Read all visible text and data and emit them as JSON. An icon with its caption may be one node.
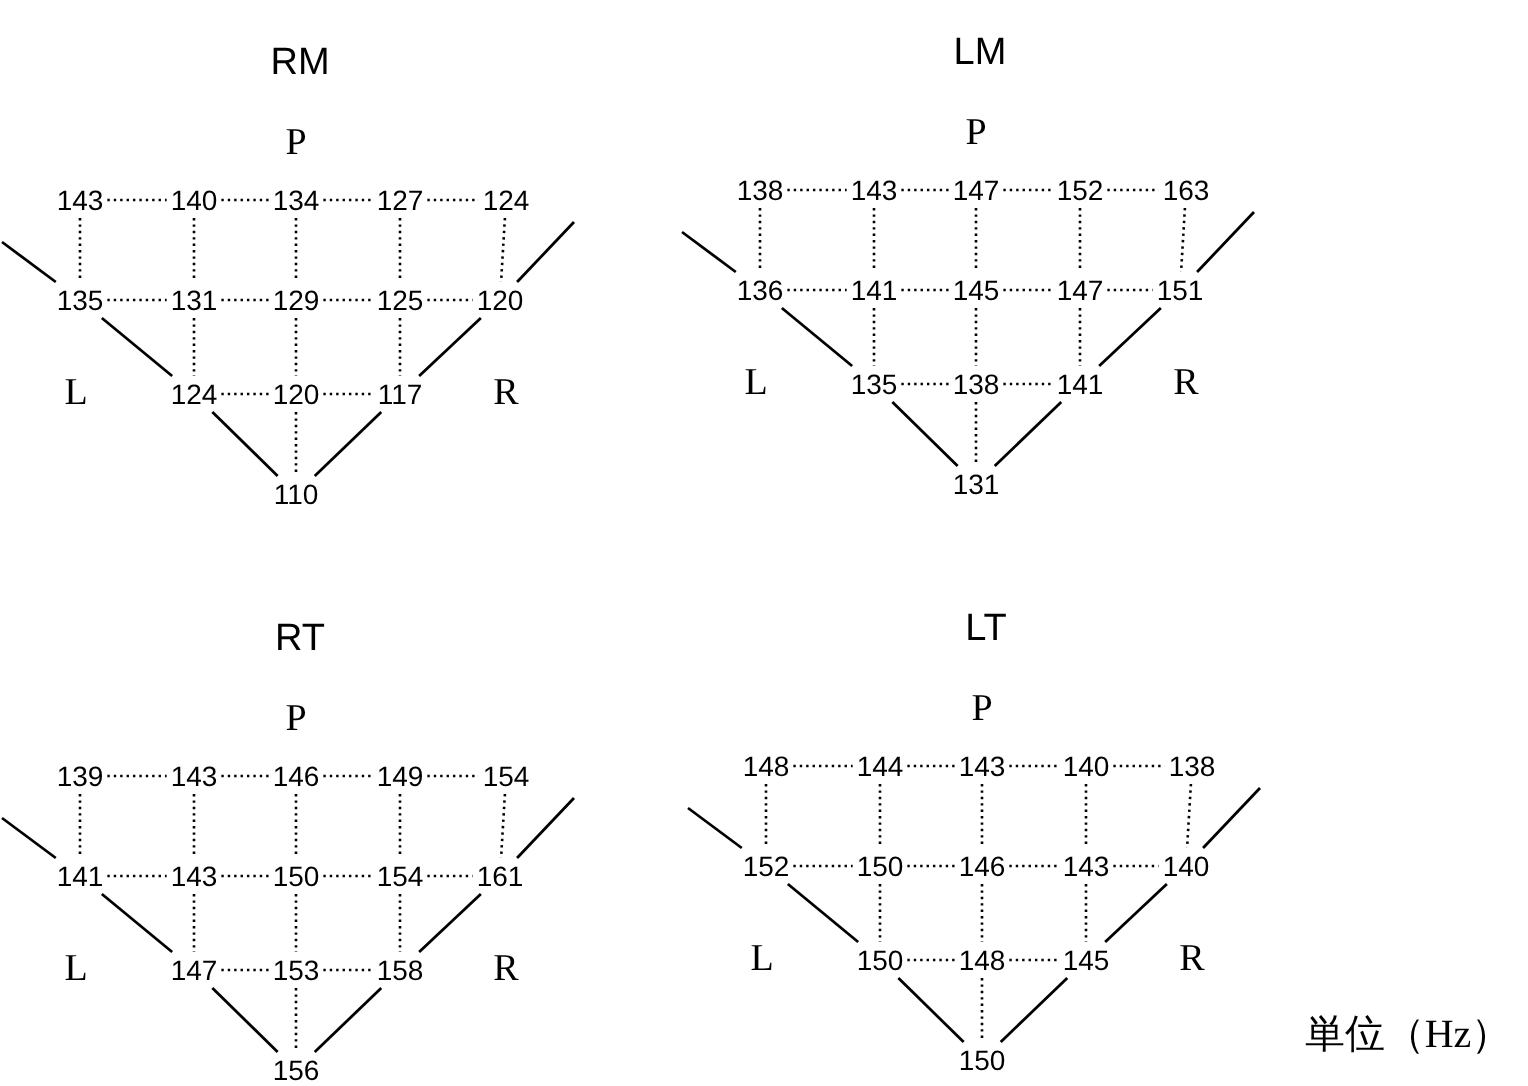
{
  "diagram": {
    "nodes": [
      {
        "text": [
          "143"
        ]
      },
      {
        "text": [
          "140"
        ]
      },
      {
        "text": [
          "134"
        ]
      },
      {
        "text": [
          "127"
        ]
      },
      {
        "text": [
          "124"
        ]
      },
      {
        "text": [
          "135"
        ]
      },
      {
        "text": [
          "131"
        ]
      },
      {
        "text": [
          "129"
        ]
      },
      {
        "text": [
          "125"
        ]
      },
      {
        "text": [
          "120"
        ]
      },
      {
        "text": [
          "124"
        ]
      },
      {
        "text": [
          "120"
        ]
      },
      {
        "text": [
          "117"
        ]
      },
      {
        "text": [
          "110"
        ]
      },
      {
        "text": [
          "138"
        ]
      },
      {
        "text": [
          "143"
        ]
      },
      {
        "text": [
          "147"
        ]
      },
      {
        "text": [
          "152"
        ]
      },
      {
        "text": [
          "163"
        ]
      },
      {
        "text": [
          "136"
        ]
      },
      {
        "text": [
          "141"
        ]
      },
      {
        "text": [
          "145"
        ]
      },
      {
        "text": [
          "147"
        ]
      },
      {
        "text": [
          "151"
        ]
      },
      {
        "text": [
          "135"
        ]
      },
      {
        "text": [
          "138"
        ]
      },
      {
        "text": [
          "141"
        ]
      },
      {
        "text": [
          "131"
        ]
      },
      {
        "text": [
          "139"
        ]
      },
      {
        "text": [
          "143"
        ]
      },
      {
        "text": [
          "146"
        ]
      },
      {
        "text": [
          "149"
        ]
      },
      {
        "text": [
          "154"
        ]
      },
      {
        "text": [
          "141"
        ]
      },
      {
        "text": [
          "143"
        ]
      },
      {
        "text": [
          "150"
        ]
      },
      {
        "text": [
          "154"
        ]
      },
      {
        "text": [
          "161"
        ]
      },
      {
        "text": [
          "147"
        ]
      },
      {
        "text": [
          "153"
        ]
      },
      {
        "text": [
          "158"
        ]
      },
      {
        "text": [
          "156"
        ]
      },
      {
        "text": [
          "148"
        ]
      },
      {
        "text": [
          "144"
        ]
      },
      {
        "text": [
          "143"
        ]
      },
      {
        "text": [
          "140"
        ]
      },
      {
        "text": [
          "138"
        ]
      },
      {
        "text": [
          "152"
        ]
      },
      {
        "text": [
          "150"
        ]
      },
      {
        "text": [
          "146"
        ]
      },
      {
        "text": [
          "143"
        ]
      },
      {
        "text": [
          "140"
        ]
      },
      {
        "text": [
          "150"
        ]
      },
      {
        "text": [
          "148"
        ]
      },
      {
        "text": [
          "145"
        ]
      },
      {
        "text": [
          "150"
        ]
      }
    ],
    "edges": [
      {
        "from": 0,
        "to": 1,
        "arrow": "none",
        "style": "dashed"
      },
      {
        "from": 1,
        "to": 2,
        "arrow": "none",
        "style": "dashed"
      },
      {
        "from": 2,
        "to": 3,
        "arrow": "none",
        "style": "dashed"
      },
      {
        "from": 3,
        "to": 4,
        "arrow": "none",
        "style": "dashed"
      },
      {
        "from": 5,
        "to": 6,
        "arrow": "none",
        "style": "dashed"
      },
      {
        "from": 6,
        "to": 7,
        "arrow": "none",
        "style": "dashed"
      },
      {
        "from": 7,
        "to": 8,
        "arrow": "none",
        "style": "dashed"
      },
      {
        "from": 8,
        "to": 9,
        "arrow": "none",
        "style": "dashed"
      },
      {
        "from": 10,
        "to": 11,
        "arrow": "none",
        "style": "dashed"
      },
      {
        "from": 11,
        "to": 12,
        "arrow": "none",
        "style": "dashed"
      },
      {
        "from": 0,
        "to": 5,
        "arrow": "none",
        "style": "dashed"
      },
      {
        "from": 1,
        "to": 6,
        "arrow": "none",
        "style": "dashed"
      },
      {
        "from": 2,
        "to": 7,
        "arrow": "none",
        "style": "dashed"
      },
      {
        "from": 3,
        "to": 8,
        "arrow": "none",
        "style": "dashed"
      },
      {
        "from": 4,
        "to": 9,
        "arrow": "none",
        "style": "dashed"
      },
      {
        "from": 6,
        "to": 10,
        "arrow": "none",
        "style": "dashed"
      },
      {
        "from": 7,
        "to": 11,
        "arrow": "none",
        "style": "dashed"
      },
      {
        "from": 8,
        "to": 12,
        "arrow": "none",
        "style": "dashed"
      },
      {
        "from": 11,
        "to": 13,
        "arrow": "none",
        "style": "dashed"
      },
      {
        "from": null,
        "to": 5,
        "arrow": "none"
      },
      {
        "from": 5,
        "to": 10,
        "arrow": "none"
      },
      {
        "from": 10,
        "to": 13,
        "arrow": "none"
      },
      {
        "from": 13,
        "to": 12,
        "arrow": "none"
      },
      {
        "from": 12,
        "to": 9,
        "arrow": "none"
      },
      {
        "from": 9,
        "to": null,
        "arrow": "none"
      },
      {
        "from": 14,
        "to": 15,
        "arrow": "none",
        "style": "dashed"
      },
      {
        "from": 15,
        "to": 16,
        "arrow": "none",
        "style": "dashed"
      },
      {
        "from": 16,
        "to": 17,
        "arrow": "none",
        "style": "dashed"
      },
      {
        "from": 17,
        "to": 18,
        "arrow": "none",
        "style": "dashed"
      },
      {
        "from": 19,
        "to": 20,
        "arrow": "none",
        "style": "dashed"
      },
      {
        "from": 20,
        "to": 21,
        "arrow": "none",
        "style": "dashed"
      },
      {
        "from": 21,
        "to": 22,
        "arrow": "none",
        "style": "dashed"
      },
      {
        "from": 22,
        "to": 23,
        "arrow": "none",
        "style": "dashed"
      },
      {
        "from": 24,
        "to": 25,
        "arrow": "none",
        "style": "dashed"
      },
      {
        "from": 25,
        "to": 26,
        "arrow": "none",
        "style": "dashed"
      },
      {
        "from": 14,
        "to": 19,
        "arrow": "none",
        "style": "dashed"
      },
      {
        "from": 15,
        "to": 20,
        "arrow": "none",
        "style": "dashed"
      },
      {
        "from": 16,
        "to": 21,
        "arrow": "none",
        "style": "dashed"
      },
      {
        "from": 17,
        "to": 22,
        "arrow": "none",
        "style": "dashed"
      },
      {
        "from": 18,
        "to": 23,
        "arrow": "none",
        "style": "dashed"
      },
      {
        "from": 20,
        "to": 24,
        "arrow": "none",
        "style": "dashed"
      },
      {
        "from": 21,
        "to": 25,
        "arrow": "none",
        "style": "dashed"
      },
      {
        "from": 22,
        "to": 26,
        "arrow": "none",
        "style": "dashed"
      },
      {
        "from": 25,
        "to": 27,
        "arrow": "none",
        "style": "dashed"
      },
      {
        "from": null,
        "to": 19,
        "arrow": "none"
      },
      {
        "from": 19,
        "to": 24,
        "arrow": "none"
      },
      {
        "from": 24,
        "to": 27,
        "arrow": "none"
      },
      {
        "from": 27,
        "to": 26,
        "arrow": "none"
      },
      {
        "from": 26,
        "to": 23,
        "arrow": "none"
      },
      {
        "from": 23,
        "to": null,
        "arrow": "none"
      },
      {
        "from": 28,
        "to": 29,
        "arrow": "none",
        "style": "dashed"
      },
      {
        "from": 29,
        "to": 30,
        "arrow": "none",
        "style": "dashed"
      },
      {
        "from": 30,
        "to": 31,
        "arrow": "none",
        "style": "dashed"
      },
      {
        "from": 31,
        "to": 32,
        "arrow": "none",
        "style": "dashed"
      },
      {
        "from": 33,
        "to": 34,
        "arrow": "none",
        "style": "dashed"
      },
      {
        "from": 34,
        "to": 35,
        "arrow": "none",
        "style": "dashed"
      },
      {
        "from": 35,
        "to": 36,
        "arrow": "none",
        "style": "dashed"
      },
      {
        "from": 36,
        "to": 37,
        "arrow": "none",
        "style": "dashed"
      },
      {
        "from": 38,
        "to": 39,
        "arrow": "none",
        "style": "dashed"
      },
      {
        "from": 39,
        "to": 40,
        "arrow": "none",
        "style": "dashed"
      },
      {
        "from": 28,
        "to": 33,
        "arrow": "none",
        "style": "dashed"
      },
      {
        "from": 29,
        "to": 34,
        "arrow": "none",
        "style": "dashed"
      },
      {
        "from": 30,
        "to": 35,
        "arrow": "none",
        "style": "dashed"
      },
      {
        "from": 31,
        "to": 36,
        "arrow": "none",
        "style": "dashed"
      },
      {
        "from": 32,
        "to": 37,
        "arrow": "none",
        "style": "dashed"
      },
      {
        "from": 34,
        "to": 38,
        "arrow": "none",
        "style": "dashed"
      },
      {
        "from": 35,
        "to": 39,
        "arrow": "none",
        "style": "dashed"
      },
      {
        "from": 36,
        "to": 40,
        "arrow": "none",
        "style": "dashed"
      },
      {
        "from": 39,
        "to": 41,
        "arrow": "none",
        "style": "dashed"
      },
      {
        "from": null,
        "to": 33,
        "arrow": "none"
      },
      {
        "from": 33,
        "to": 38,
        "arrow": "none"
      },
      {
        "from": 38,
        "to": 41,
        "arrow": "none"
      },
      {
        "from": 41,
        "to": 40,
        "arrow": "none"
      },
      {
        "from": 40,
        "to": 37,
        "arrow": "none"
      },
      {
        "from": 37,
        "to": null,
        "arrow": "none"
      },
      {
        "from": 42,
        "to": 43,
        "arrow": "none",
        "style": "dashed"
      },
      {
        "from": 43,
        "to": 44,
        "arrow": "none",
        "style": "dashed"
      },
      {
        "from": 44,
        "to": 45,
        "arrow": "none",
        "style": "dashed"
      },
      {
        "from": 45,
        "to": 46,
        "arrow": "none",
        "style": "dashed"
      },
      {
        "from": 47,
        "to": 48,
        "arrow": "none",
        "style": "dashed"
      },
      {
        "from": 48,
        "to": 49,
        "arrow": "none",
        "style": "dashed"
      },
      {
        "from": 49,
        "to": 50,
        "arrow": "none",
        "style": "dashed"
      },
      {
        "from": 50,
        "to": 51,
        "arrow": "none",
        "style": "dashed"
      },
      {
        "from": 52,
        "to": 53,
        "arrow": "none",
        "style": "dashed"
      },
      {
        "from": 53,
        "to": 54,
        "arrow": "none",
        "style": "dashed"
      },
      {
        "from": 42,
        "to": 47,
        "arrow": "none",
        "style": "dashed"
      },
      {
        "from": 43,
        "to": 48,
        "arrow": "none",
        "style": "dashed"
      },
      {
        "from": 44,
        "to": 49,
        "arrow": "none",
        "style": "dashed"
      },
      {
        "from": 45,
        "to": 50,
        "arrow": "none",
        "style": "dashed"
      },
      {
        "from": 46,
        "to": 51,
        "arrow": "none",
        "style": "dashed"
      },
      {
        "from": 48,
        "to": 52,
        "arrow": "none",
        "style": "dashed"
      },
      {
        "from": 49,
        "to": 53,
        "arrow": "none",
        "style": "dashed"
      },
      {
        "from": 50,
        "to": 54,
        "arrow": "none",
        "style": "dashed"
      },
      {
        "from": 53,
        "to": 55,
        "arrow": "none",
        "style": "dashed"
      },
      {
        "from": null,
        "to": 47,
        "arrow": "none"
      },
      {
        "from": 47,
        "to": 52,
        "arrow": "none"
      },
      {
        "from": 52,
        "to": 55,
        "arrow": "none"
      },
      {
        "from": 55,
        "to": 54,
        "arrow": "none"
      },
      {
        "from": 54,
        "to": 51,
        "arrow": "none"
      },
      {
        "from": 51,
        "to": null,
        "arrow": "none"
      }
    ],
    "labels": [
      "RM",
      "P",
      "L",
      "R",
      "LM",
      "P",
      "L",
      "R",
      "RT",
      "P",
      "L",
      "R",
      "LT",
      "P",
      "L",
      "R",
      "単位（Hz）"
    ]
  }
}
